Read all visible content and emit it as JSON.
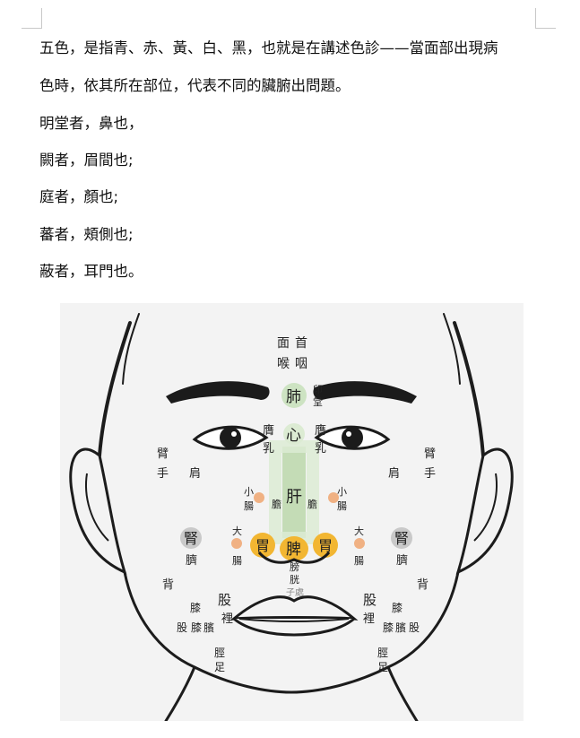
{
  "document": {
    "paragraphs": [
      "五色，是指青、赤、黃、白、黑，也就是在講述色診——當面部出現病",
      "色時，依其所在部位，代表不同的臟腑出問題。",
      "明堂者，鼻也，",
      "闕者，眉間也;",
      "庭者，顏也;",
      "蕃者，頰側也;",
      "蔽者，耳門也。"
    ]
  },
  "figure": {
    "labels": {
      "mian": "面",
      "shou": "首",
      "hou": "喉",
      "yan": "咽",
      "fei": "肺",
      "yin": "印",
      "tang": "堂",
      "xin": "心",
      "gan": "肝",
      "pi": "脾",
      "wei_l": "胃",
      "wei_r": "胃",
      "ying_l1": "膺",
      "ru_l": "乳",
      "ying_r1": "膺",
      "ru_r": "乳",
      "bi_l": "臂",
      "shou_l": "手",
      "jian_l": "肩",
      "bi_r": "臂",
      "shou_r": "手",
      "jian_r": "肩",
      "xiao_l": "小",
      "chang_l1": "腸",
      "xiao_r": "小",
      "chang_r1": "腸",
      "dan_l": "膽",
      "dan_r": "膽",
      "shen_l": "腎",
      "qi_l": "臍",
      "shen_r": "腎",
      "qi_r": "臍",
      "da_l": "大",
      "chang_l2": "腸",
      "da_r": "大",
      "chang_r2": "腸",
      "pang": "膀",
      "guang": "胱",
      "zi": "子處",
      "bei_l": "背",
      "bei_r": "背",
      "gu_l": "股",
      "li_l": "裡",
      "gu_r": "股",
      "li_r": "裡",
      "xi_l": "膝",
      "xi2_l": "膝",
      "bin_l": "臏",
      "gu2_l": "股",
      "xi_r": "膝",
      "xi2_r": "膝",
      "bin_r": "臏",
      "gu2_r": "股",
      "jing_l": "脛",
      "zu_l": "足",
      "jing_r": "脛",
      "zu_r": "足"
    },
    "colors": {
      "lung": "#cde3c2",
      "liver": "#dcebd3",
      "spleen": "#f2b632",
      "kidney": "#c9c9c9",
      "dot": "#f0b183"
    }
  }
}
